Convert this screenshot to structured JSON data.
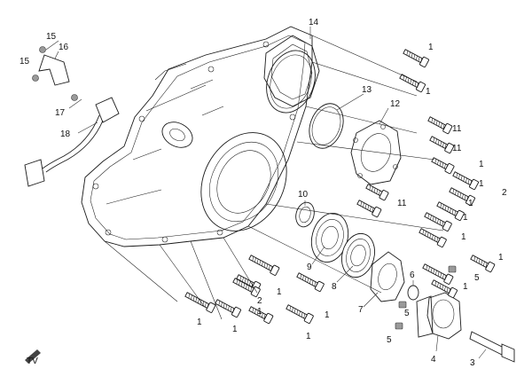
{
  "callouts": [
    {
      "id": "c1a",
      "text": "1"
    },
    {
      "id": "c1b",
      "text": "1"
    },
    {
      "id": "c1c",
      "text": "1"
    },
    {
      "id": "c1d",
      "text": "1"
    },
    {
      "id": "c1e",
      "text": "1"
    },
    {
      "id": "c1f",
      "text": "1"
    },
    {
      "id": "c1g",
      "text": "1"
    },
    {
      "id": "c1h",
      "text": "1"
    },
    {
      "id": "c1i",
      "text": "1"
    },
    {
      "id": "c1j",
      "text": "1"
    },
    {
      "id": "c1k",
      "text": "1"
    },
    {
      "id": "c1l",
      "text": "1"
    },
    {
      "id": "c1m",
      "text": "1"
    },
    {
      "id": "c1n",
      "text": "1"
    },
    {
      "id": "c1o",
      "text": "1"
    },
    {
      "id": "c2a",
      "text": "2"
    },
    {
      "id": "c2b",
      "text": "2"
    },
    {
      "id": "c3",
      "text": "3"
    },
    {
      "id": "c4",
      "text": "4"
    },
    {
      "id": "c5a",
      "text": "5"
    },
    {
      "id": "c5b",
      "text": "5"
    },
    {
      "id": "c5c",
      "text": "5"
    },
    {
      "id": "c6",
      "text": "6"
    },
    {
      "id": "c7",
      "text": "7"
    },
    {
      "id": "c8",
      "text": "8"
    },
    {
      "id": "c9",
      "text": "9"
    },
    {
      "id": "c10",
      "text": "10"
    },
    {
      "id": "c11a",
      "text": "11"
    },
    {
      "id": "c11b",
      "text": "11"
    },
    {
      "id": "c11c",
      "text": "11"
    },
    {
      "id": "c12",
      "text": "12"
    },
    {
      "id": "c13",
      "text": "13"
    },
    {
      "id": "c14",
      "text": "14"
    },
    {
      "id": "c15a",
      "text": "15"
    },
    {
      "id": "c15b",
      "text": "15"
    },
    {
      "id": "c16",
      "text": "16"
    },
    {
      "id": "c17",
      "text": "17"
    },
    {
      "id": "c18",
      "text": "18"
    }
  ],
  "corner_mark": "TV"
}
